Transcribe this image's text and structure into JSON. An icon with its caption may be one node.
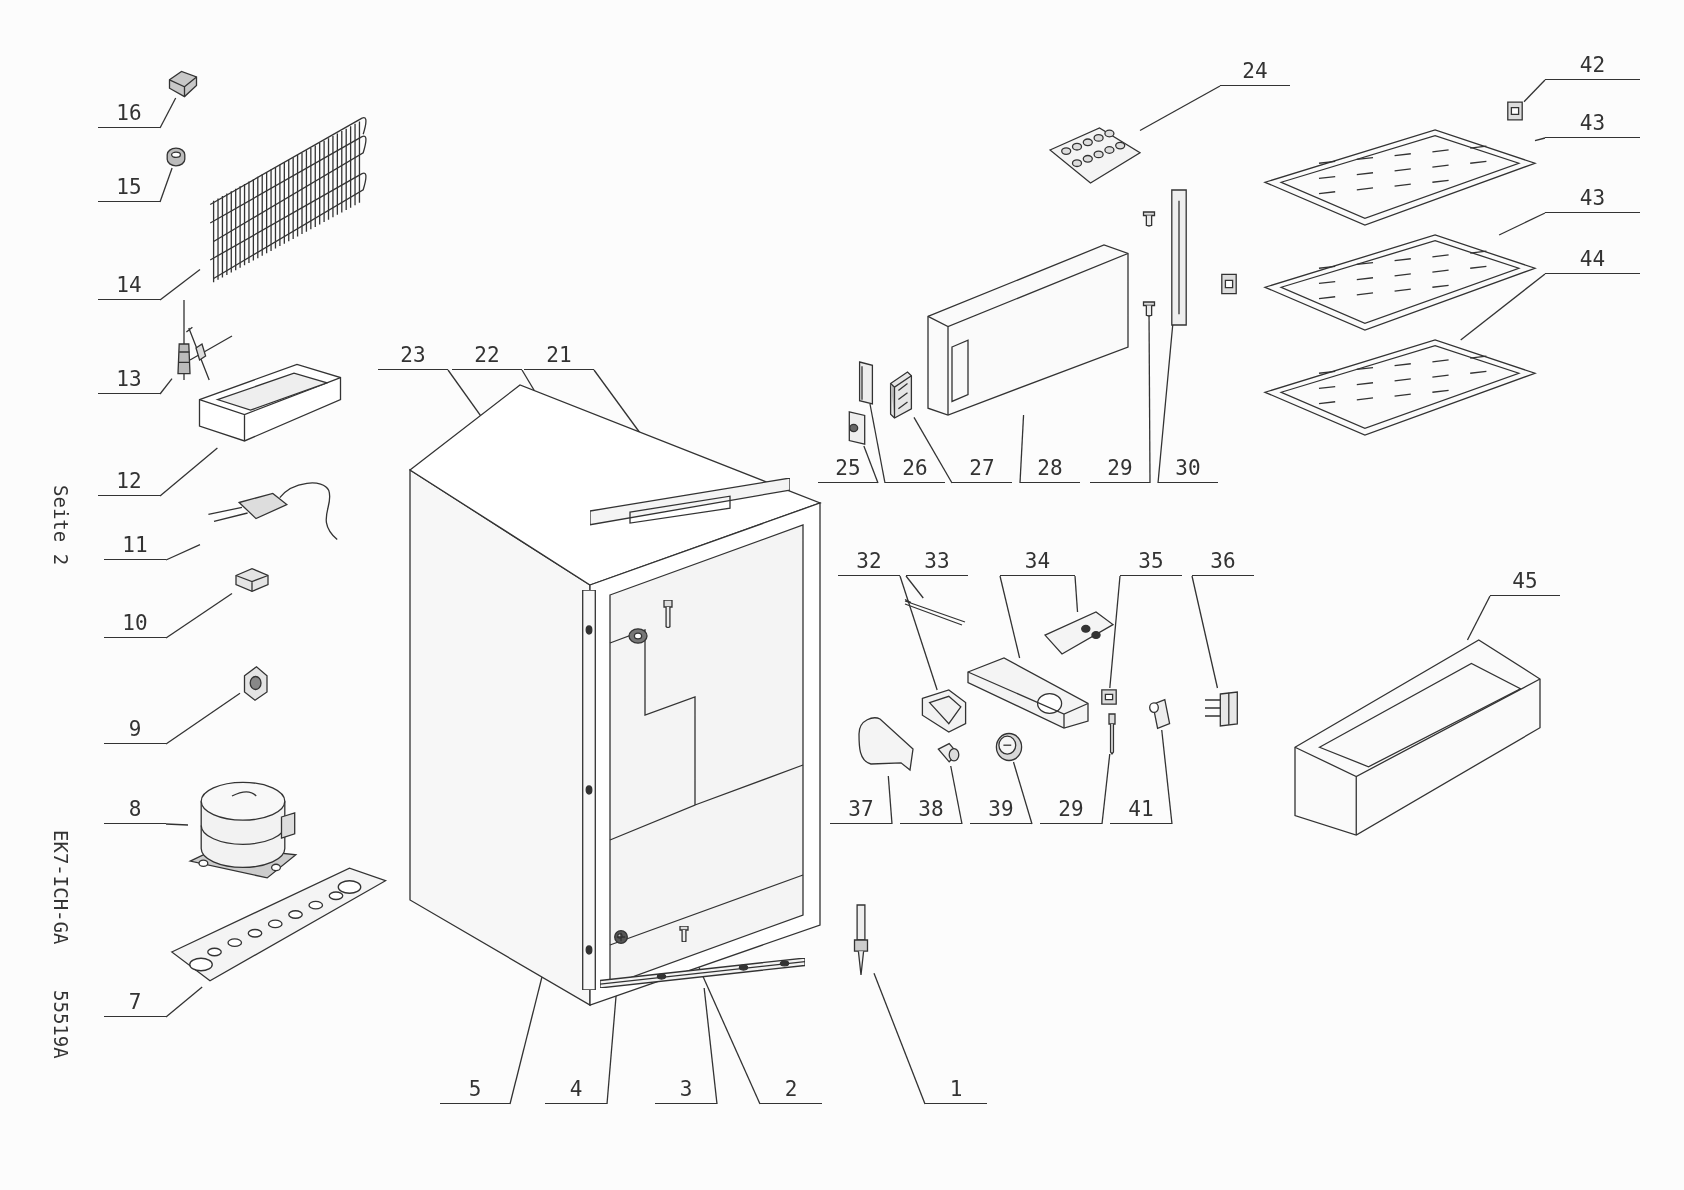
{
  "diagram": {
    "nodes": [
      {
        "text": [
          "16"
        ]
      },
      {
        "text": [],
        "shape": "picture"
      },
      {
        "text": [
          "15"
        ]
      },
      {
        "text": [],
        "shape": "picture"
      },
      {
        "text": [
          "14"
        ]
      },
      {
        "text": [],
        "shape": "picture"
      },
      {
        "text": [
          "13"
        ]
      },
      {
        "text": [],
        "shape": "picture"
      },
      {
        "text": [
          "12"
        ]
      },
      {
        "text": [],
        "shape": "picture"
      },
      {
        "text": [
          "11"
        ]
      },
      {
        "text": [],
        "shape": "picture"
      },
      {
        "text": [
          "10"
        ]
      },
      {
        "text": [],
        "shape": "picture"
      },
      {
        "text": [
          "9"
        ]
      },
      {
        "text": [],
        "shape": "picture"
      },
      {
        "text": [
          "8"
        ]
      },
      {
        "text": [],
        "shape": "picture"
      },
      {
        "text": [
          "7"
        ]
      },
      {
        "text": [],
        "shape": "picture"
      },
      {
        "text": [
          "23"
        ]
      },
      {
        "text": [
          "22"
        ]
      },
      {
        "text": [
          "21"
        ]
      },
      {
        "text": [],
        "shape": "picture"
      },
      {
        "text": [],
        "shape": "picture",
        "in": 23
      },
      {
        "text": [],
        "shape": "picture",
        "in": 23
      },
      {
        "text": [],
        "shape": "picture",
        "in": 23
      },
      {
        "text": [],
        "shape": "picture",
        "in": 23
      },
      {
        "text": [],
        "shape": "picture",
        "in": 23
      },
      {
        "text": [],
        "shape": "picture",
        "in": 23
      },
      {
        "text": [],
        "shape": "picture",
        "in": 23
      },
      {
        "text": [
          "5"
        ]
      },
      {
        "text": [
          "4"
        ]
      },
      {
        "text": [
          "3"
        ]
      },
      {
        "text": [
          "2"
        ]
      },
      {
        "text": [
          "1"
        ]
      },
      {
        "text": [],
        "shape": "picture"
      },
      {
        "text": [
          "24"
        ]
      },
      {
        "text": [],
        "shape": "picture"
      },
      {
        "text": [
          "25"
        ]
      },
      {
        "text": [
          "26"
        ]
      },
      {
        "text": [
          "27"
        ]
      },
      {
        "text": [
          "28"
        ]
      },
      {
        "text": [
          "29"
        ]
      },
      {
        "text": [
          "30"
        ]
      },
      {
        "text": [],
        "shape": "picture"
      },
      {
        "text": [],
        "shape": "picture"
      },
      {
        "text": [],
        "shape": "picture"
      },
      {
        "text": [],
        "shape": "picture"
      },
      {
        "text": [],
        "shape": "picture"
      },
      {
        "text": [],
        "shape": "picture"
      },
      {
        "text": [
          "42"
        ]
      },
      {
        "text": [],
        "shape": "picture"
      },
      {
        "text": [
          "43"
        ]
      },
      {
        "text": [],
        "shape": "picture"
      },
      {
        "text": [
          "43"
        ]
      },
      {
        "text": [],
        "shape": "picture"
      },
      {
        "text": [
          "44"
        ]
      },
      {
        "text": [],
        "shape": "picture"
      },
      {
        "text": [
          "32"
        ]
      },
      {
        "text": [
          "33"
        ]
      },
      {
        "text": [
          "34"
        ]
      },
      {
        "text": [
          "35"
        ]
      },
      {
        "text": [
          "36"
        ]
      },
      {
        "text": [],
        "shape": "picture"
      },
      {
        "text": [],
        "shape": "picture"
      },
      {
        "text": [],
        "shape": "picture"
      },
      {
        "text": [],
        "shape": "picture"
      },
      {
        "text": [],
        "shape": "picture"
      },
      {
        "text": [],
        "shape": "picture"
      },
      {
        "text": [],
        "shape": "picture"
      },
      {
        "text": [],
        "shape": "picture"
      },
      {
        "text": [],
        "shape": "picture"
      },
      {
        "text": [],
        "shape": "picture"
      },
      {
        "text": [],
        "shape": "picture"
      },
      {
        "text": [
          "37"
        ]
      },
      {
        "text": [
          "38"
        ]
      },
      {
        "text": [
          "39"
        ]
      },
      {
        "text": [
          "29"
        ]
      },
      {
        "text": [
          "41"
        ]
      },
      {
        "text": [
          "45"
        ]
      },
      {
        "text": [],
        "shape": "picture"
      }
    ],
    "edges": [
      {
        "from": 0,
        "to": 1,
        "arrow": "none"
      },
      {
        "from": 2,
        "to": 3,
        "arrow": "none"
      },
      {
        "from": 4,
        "to": 5,
        "arrow": "none"
      },
      {
        "from": 6,
        "to": 7,
        "arrow": "none"
      },
      {
        "from": 8,
        "to": 9,
        "arrow": "none"
      },
      {
        "from": 10,
        "to": 11,
        "arrow": "none"
      },
      {
        "from": 12,
        "to": 13,
        "arrow": "none"
      },
      {
        "from": 14,
        "to": 15,
        "arrow": "none"
      },
      {
        "from": 16,
        "to": 17,
        "arrow": "none"
      },
      {
        "from": 18,
        "to": 19,
        "arrow": "none"
      },
      {
        "from": 20,
        "to": 24,
        "arrow": "none"
      },
      {
        "from": 21,
        "to": 25,
        "arrow": "none"
      },
      {
        "from": 22,
        "to": 26,
        "arrow": "none"
      },
      {
        "from": 31,
        "to": 27,
        "arrow": "none"
      },
      {
        "from": 32,
        "to": 28,
        "arrow": "none"
      },
      {
        "from": 33,
        "to": 30,
        "arrow": "none"
      },
      {
        "from": 34,
        "to": 29,
        "arrow": "none"
      },
      {
        "from": 35,
        "to": 36,
        "arrow": "none"
      },
      {
        "from": 37,
        "to": 38,
        "arrow": "none"
      },
      {
        "from": 39,
        "to": 45,
        "arrow": "none"
      },
      {
        "from": 40,
        "to": 46,
        "arrow": "none"
      },
      {
        "from": 41,
        "to": 47,
        "arrow": "none"
      },
      {
        "from": 42,
        "to": 48,
        "arrow": "none"
      },
      {
        "from": 43,
        "to": 49,
        "arrow": "none"
      },
      {
        "from": 44,
        "to": 50,
        "arrow": "none"
      },
      {
        "from": 51,
        "to": 52,
        "arrow": "none"
      },
      {
        "from": 53,
        "to": 54,
        "arrow": "none"
      },
      {
        "from": 55,
        "to": 56,
        "arrow": "none"
      },
      {
        "from": 57,
        "to": 58,
        "arrow": "none"
      },
      {
        "from": 59,
        "to": 67,
        "arrow": "none"
      },
      {
        "from": 60,
        "to": 64,
        "arrow": "none"
      },
      {
        "from": 61,
        "to": 66,
        "arrow": "none"
      },
      {
        "from": 61,
        "to": 65,
        "arrow": "none"
      },
      {
        "from": 62,
        "to": 68,
        "arrow": "none"
      },
      {
        "from": 63,
        "to": 71,
        "arrow": "none"
      },
      {
        "from": 75,
        "to": 72,
        "arrow": "none"
      },
      {
        "from": 76,
        "to": 73,
        "arrow": "none"
      },
      {
        "from": 77,
        "to": 74,
        "arrow": "none"
      },
      {
        "from": 78,
        "to": 69,
        "arrow": "none"
      },
      {
        "from": 79,
        "to": 70,
        "arrow": "none"
      },
      {
        "from": 80,
        "to": 81,
        "arrow": "none"
      }
    ],
    "labels": [
      "Seite 2",
      "EK7-ICH-GA",
      "55519A"
    ]
  }
}
